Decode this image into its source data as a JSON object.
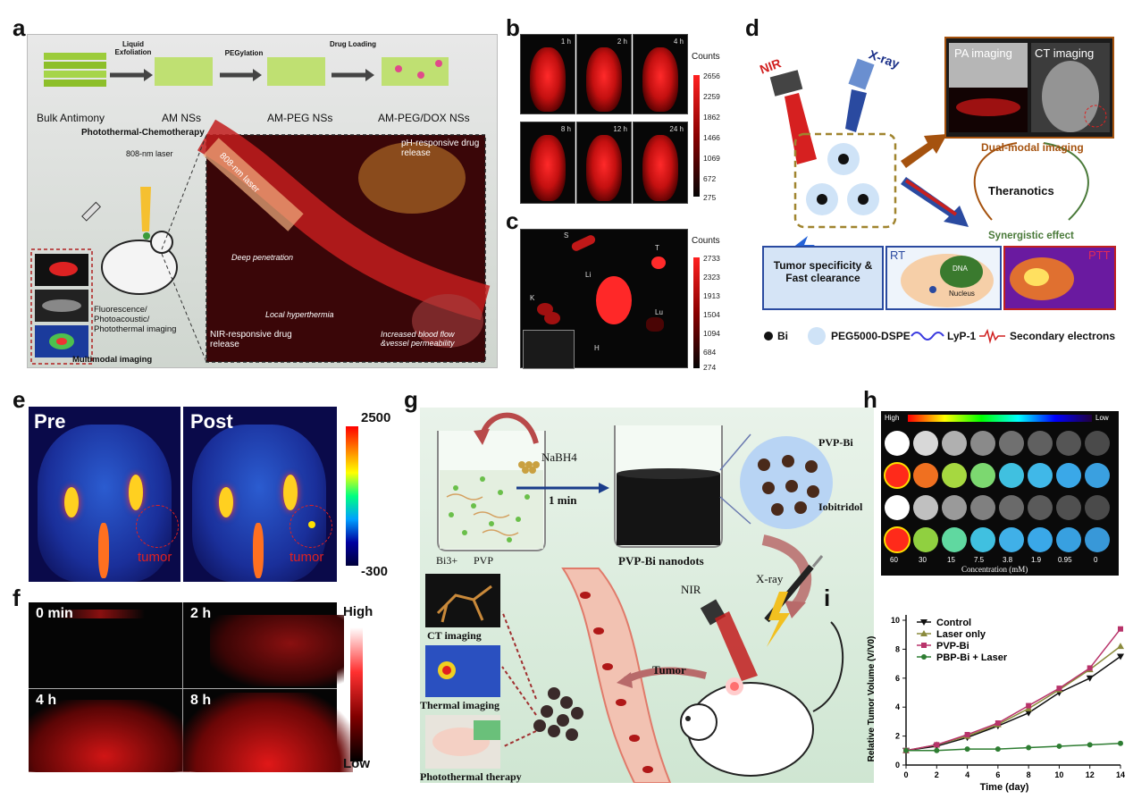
{
  "panels": {
    "a": {
      "label": "a",
      "steps": [
        "Liquid Exfoliation",
        "PEGylation",
        "Drug Loading"
      ],
      "stages": [
        "Bulk Antimony",
        "AM NSs",
        "AM-PEG NSs",
        "AM-PEG/DOX NSs"
      ],
      "therapy_title": "Photothermal-Chemotherapy",
      "laser": "808-nm laser",
      "zoom_laser": "808-nm laser",
      "ph_release": "pH-responsive drug release",
      "deep_penetration": "Deep penetration",
      "local_hyperthermia": "Local hyperthermia",
      "nir_release": "NIR-responsive drug release",
      "blood_flow": "Increased blood flow &vessel permeability",
      "imaging_types": "Fluorescence/ Photoacoustic/ Photothermal imaging",
      "multimodal": "Multimodal imaging"
    },
    "b": {
      "label": "b",
      "times": [
        "1 h",
        "2 h",
        "4 h",
        "8 h",
        "12 h",
        "24 h"
      ],
      "scale_title": "Counts",
      "scale_ticks": [
        "2656",
        "2259",
        "1862",
        "1466",
        "1069",
        "672",
        "275"
      ]
    },
    "c": {
      "label": "c",
      "organs": [
        "S",
        "T",
        "Li",
        "K",
        "Lu",
        "H"
      ],
      "scale_title": "Counts",
      "scale_ticks": [
        "2733",
        "2323",
        "1913",
        "1504",
        "1094",
        "684",
        "274"
      ]
    },
    "d": {
      "label": "d",
      "nir": "NIR",
      "xray": "X-ray",
      "pa": "PA imaging",
      "ct": "CT imaging",
      "dual": "Dual-modal imaging",
      "theranotics": "Theranotics",
      "synergistic": "Synergistic effect",
      "tumor_spec": "Tumor specificity & Fast clearance",
      "rt": "RT",
      "dna": "DNA",
      "nucleus": "Nucleus",
      "ptt": "PTT",
      "legend": [
        "Bi",
        "PEG5000-DSPE",
        "LyP-1",
        "Secondary electrons"
      ]
    },
    "e": {
      "label": "e",
      "pre": "Pre",
      "post": "Post",
      "tumor": "tumor",
      "scale_max": "2500",
      "scale_min": "-300"
    },
    "f": {
      "label": "f",
      "times": [
        "0 min",
        "2 h",
        "4 h",
        "8 h"
      ],
      "scale_high": "High",
      "scale_low": "Low"
    },
    "g": {
      "label": "g",
      "reagent": "NaBH4",
      "time": "1 min",
      "ions": "Bi3+",
      "pvp": "PVP",
      "nanodots": "PVP-Bi nanodots",
      "xray": "X-ray",
      "nir": "NIR",
      "tumor": "Tumor",
      "ct": "CT imaging",
      "thermal": "Thermal imaging",
      "ptt": "Photothermal therapy"
    },
    "h": {
      "label": "h",
      "high": "High",
      "low": "Low",
      "rows": [
        "PVP-Bi",
        "Iobitridol"
      ],
      "concentrations": [
        "60",
        "30",
        "15",
        "7.5",
        "3.8",
        "1.9",
        "0.95",
        "0"
      ],
      "xlabel": "Concentration (mM)"
    }
  },
  "chart_data": {
    "type": "line",
    "panel": "i",
    "title": "",
    "xlabel": "Time (day)",
    "ylabel": "Relative Tumor Volume (V/V0)",
    "xlim": [
      0,
      14
    ],
    "ylim": [
      0,
      10
    ],
    "xticks": [
      0,
      2,
      4,
      6,
      8,
      10,
      12,
      14
    ],
    "yticks": [
      0,
      2,
      4,
      6,
      8,
      10
    ],
    "legend_position": "top-left",
    "x": [
      0,
      2,
      4,
      6,
      8,
      10,
      12,
      14
    ],
    "series": [
      {
        "name": "Control",
        "color": "#111111",
        "marker": "triangle-down",
        "values": [
          1.0,
          1.3,
          1.9,
          2.7,
          3.6,
          5.0,
          6.0,
          7.5
        ]
      },
      {
        "name": "Laser only",
        "color": "#8a8a3c",
        "marker": "triangle-up",
        "values": [
          1.0,
          1.4,
          2.0,
          2.8,
          3.9,
          5.2,
          6.6,
          8.2
        ]
      },
      {
        "name": "PVP-Bi",
        "color": "#b8336a",
        "marker": "square",
        "values": [
          1.0,
          1.4,
          2.1,
          2.9,
          4.1,
          5.3,
          6.7,
          9.4
        ]
      },
      {
        "name": "PBP-Bi + Laser",
        "color": "#2e7d32",
        "marker": "circle",
        "values": [
          1.0,
          1.0,
          1.1,
          1.1,
          1.2,
          1.3,
          1.4,
          1.5
        ]
      }
    ]
  }
}
